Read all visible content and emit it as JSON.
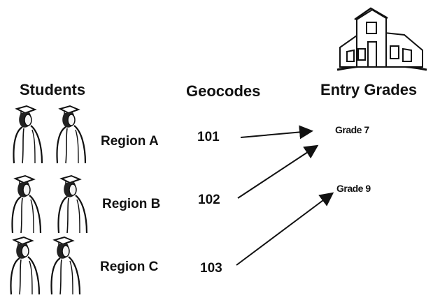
{
  "headers": {
    "students": "Students",
    "geocodes": "Geocodes",
    "entry_grades": "Entry Grades"
  },
  "regions": [
    {
      "label": "Region A",
      "geocode": "101"
    },
    {
      "label": "Region B",
      "geocode": "102"
    },
    {
      "label": "Region C",
      "geocode": "103"
    }
  ],
  "grades": [
    {
      "label": "Grade 7"
    },
    {
      "label": "Grade 9"
    }
  ],
  "mappings": [
    {
      "from": "101",
      "to": "Grade 7"
    },
    {
      "from": "102",
      "to": "Grade 7"
    },
    {
      "from": "103",
      "to": "Grade 9"
    }
  ],
  "icons": {
    "school": "school-building-icon",
    "student": "graduate-student-icon",
    "arrow": "arrow-icon"
  },
  "colors": {
    "ink": "#111111",
    "background": "#ffffff"
  }
}
